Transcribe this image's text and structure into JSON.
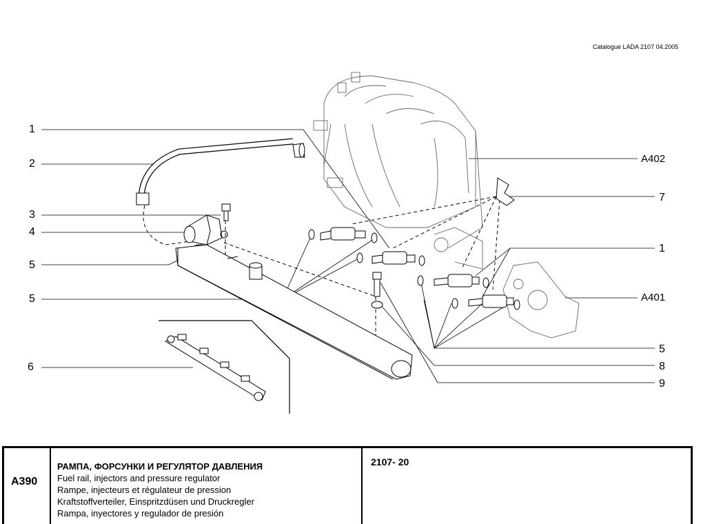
{
  "header": {
    "catalogue": "Catalogue LADA 2107  04.2005"
  },
  "callouts": {
    "c1_left": "1",
    "c2": "2",
    "c3": "3",
    "c4": "4",
    "c5_a": "5",
    "c5_b": "5",
    "c6": "6",
    "a402": "A402",
    "c7": "7",
    "c1_right": "1",
    "a401": "A401",
    "c5_right": "5",
    "c8": "8",
    "c9": "9"
  },
  "footer": {
    "code": "A390",
    "title_ru": "РАМПА, ФОРСУНКИ И РЕГУЛЯТОР ДАВЛЕНИЯ",
    "title_en": "Fuel rail, injectors and pressure regulator",
    "title_fr": "Rampe, injecteurs et régulateur de pression",
    "title_de": "Kraftstoffverteiler, Einspritzdüsen und Druckregler",
    "title_es": "Rampa, inyectores y regulador de presión",
    "ref": "2107- 20"
  }
}
